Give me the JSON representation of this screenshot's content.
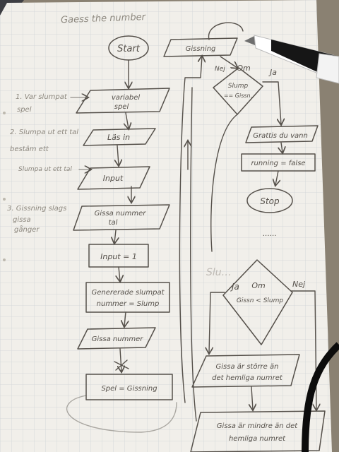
{
  "diagram": {
    "title": "Gaess the number",
    "nodes": {
      "start": "Start",
      "random_var": "variabel",
      "random_var_line2": "spel",
      "read_input": "Läs in",
      "input": "Input",
      "check_number": "Gissa nummer",
      "check_number_line2": "tal",
      "input_eq": "Input = 1",
      "generate": "Genererade slumpat",
      "generate_line2": "nummer = Slump",
      "guess_number": "Gissa nummer",
      "set_guess": "Spel = Gissning",
      "guess_top": "Gissning",
      "if_decision": "Om",
      "if_decision_line2": "Slump",
      "if_decision_line3": "== Gissn.",
      "correct_output": "Grattis du vann",
      "running_false": "running = false",
      "stop": "Stop",
      "if_guess": "Om",
      "if_guess_line2": "Gissn < Slump",
      "bigger_msg": "Gissa är större än",
      "bigger_msg_line2": "det hemliga numret",
      "smaller_msg": "Gissa är mindre än det",
      "smaller_msg_line2": "hemliga numret"
    },
    "side_notes": {
      "step1": "1. Var slumpat",
      "step1_line2": "spel",
      "step2": "2. Slumpa ut ett tal",
      "step2_line2": "bestäm ett",
      "step3": "Slumpa ut ett tal",
      "step4": "3. Gissning slags",
      "step4_line2": "gissa",
      "step4_line3": "gånger"
    },
    "labels": {
      "ja": "Ja",
      "nej": "Nej",
      "ja2": "Ja",
      "nej2": "Nej",
      "fragment": "Slu…",
      "dots": "……"
    }
  },
  "colors": {
    "paper": "#f1efea",
    "ink": "#55504a",
    "grid": "#cfd3d6",
    "pen_body": "#ffffff",
    "pen_tip": "#161616",
    "cable": "#0c0c0c",
    "table": "#8a8172"
  }
}
